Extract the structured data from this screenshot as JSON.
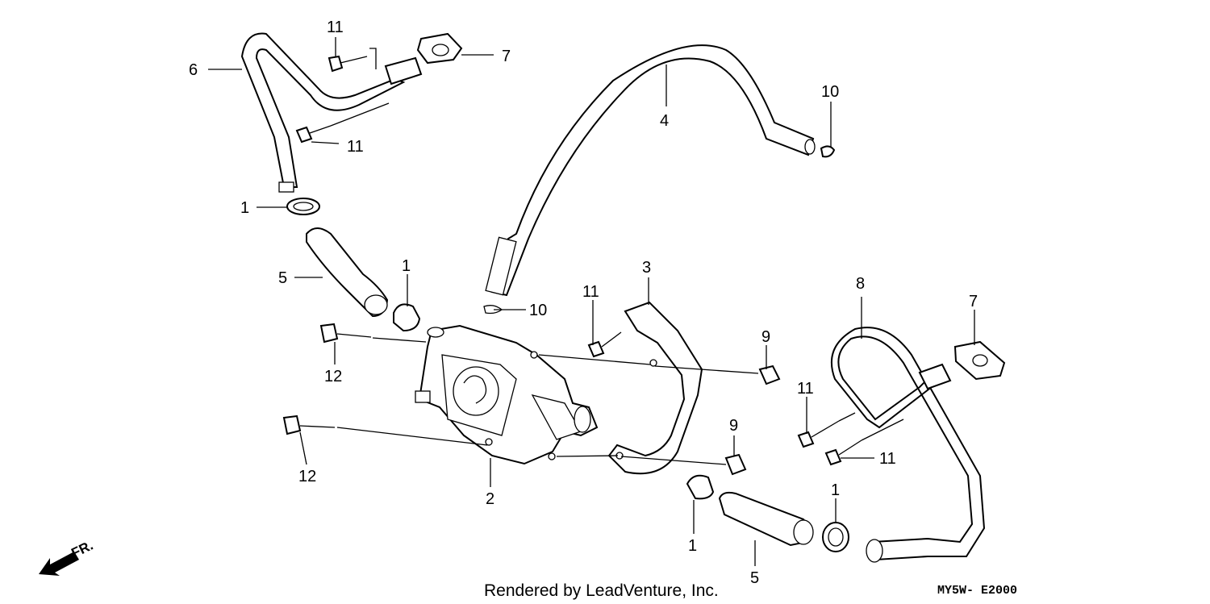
{
  "callouts": {
    "c1a": "1",
    "c1b": "1",
    "c1c": "1",
    "c1d": "1",
    "c2": "2",
    "c3": "3",
    "c4": "4",
    "c5a": "5",
    "c5b": "5",
    "c6": "6",
    "c7a": "7",
    "c7b": "7",
    "c8": "8",
    "c9a": "9",
    "c9b": "9",
    "c10a": "10",
    "c10b": "10",
    "c11a": "11",
    "c11b": "11",
    "c11c": "11",
    "c11d": "11",
    "c11e": "11",
    "c12a": "12",
    "c12b": "12"
  },
  "footer": {
    "rendered_by": "Rendered by LeadVenture, Inc.",
    "code": "MY5W- E2000"
  },
  "direction": {
    "label": "FR."
  },
  "icons": {
    "direction_arrow": "front-direction-arrow-icon"
  }
}
